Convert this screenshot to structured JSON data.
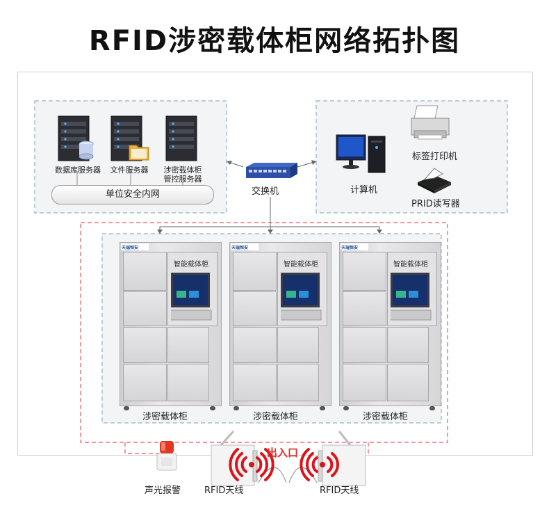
{
  "title": "RFID涉密载体柜网络拓扑图",
  "servers": [
    {
      "label": "数据库服务器"
    },
    {
      "label": "文件服务器"
    },
    {
      "label_line1": "涉密载体柜",
      "label_line2": "管控服务器"
    }
  ],
  "network_label": "单位安全内网",
  "switch_label": "交换机",
  "devices": {
    "computer": "计算机",
    "label_printer": "标签打印机",
    "prid_reader": "PRID读写器"
  },
  "cabinets": [
    {
      "brand": "天瑞恒安",
      "panel_title": "智能载体柜",
      "label": "涉密载体柜"
    },
    {
      "brand": "天瑞恒安",
      "panel_title": "智能载体柜",
      "label": "涉密载体柜"
    },
    {
      "brand": "天瑞恒安",
      "panel_title": "智能载体柜",
      "label": "涉密载体柜"
    }
  ],
  "bottom": {
    "alarm": "声光报警",
    "antenna_left": "RFID天线",
    "antenna_right": "RFID天线",
    "exit": "出入口"
  },
  "colors": {
    "dashed_blue": "#8fb3c6",
    "dashed_red": "#e65a5a",
    "signal_red": "#d9151c",
    "panel_bg": "#f2f4f6"
  }
}
